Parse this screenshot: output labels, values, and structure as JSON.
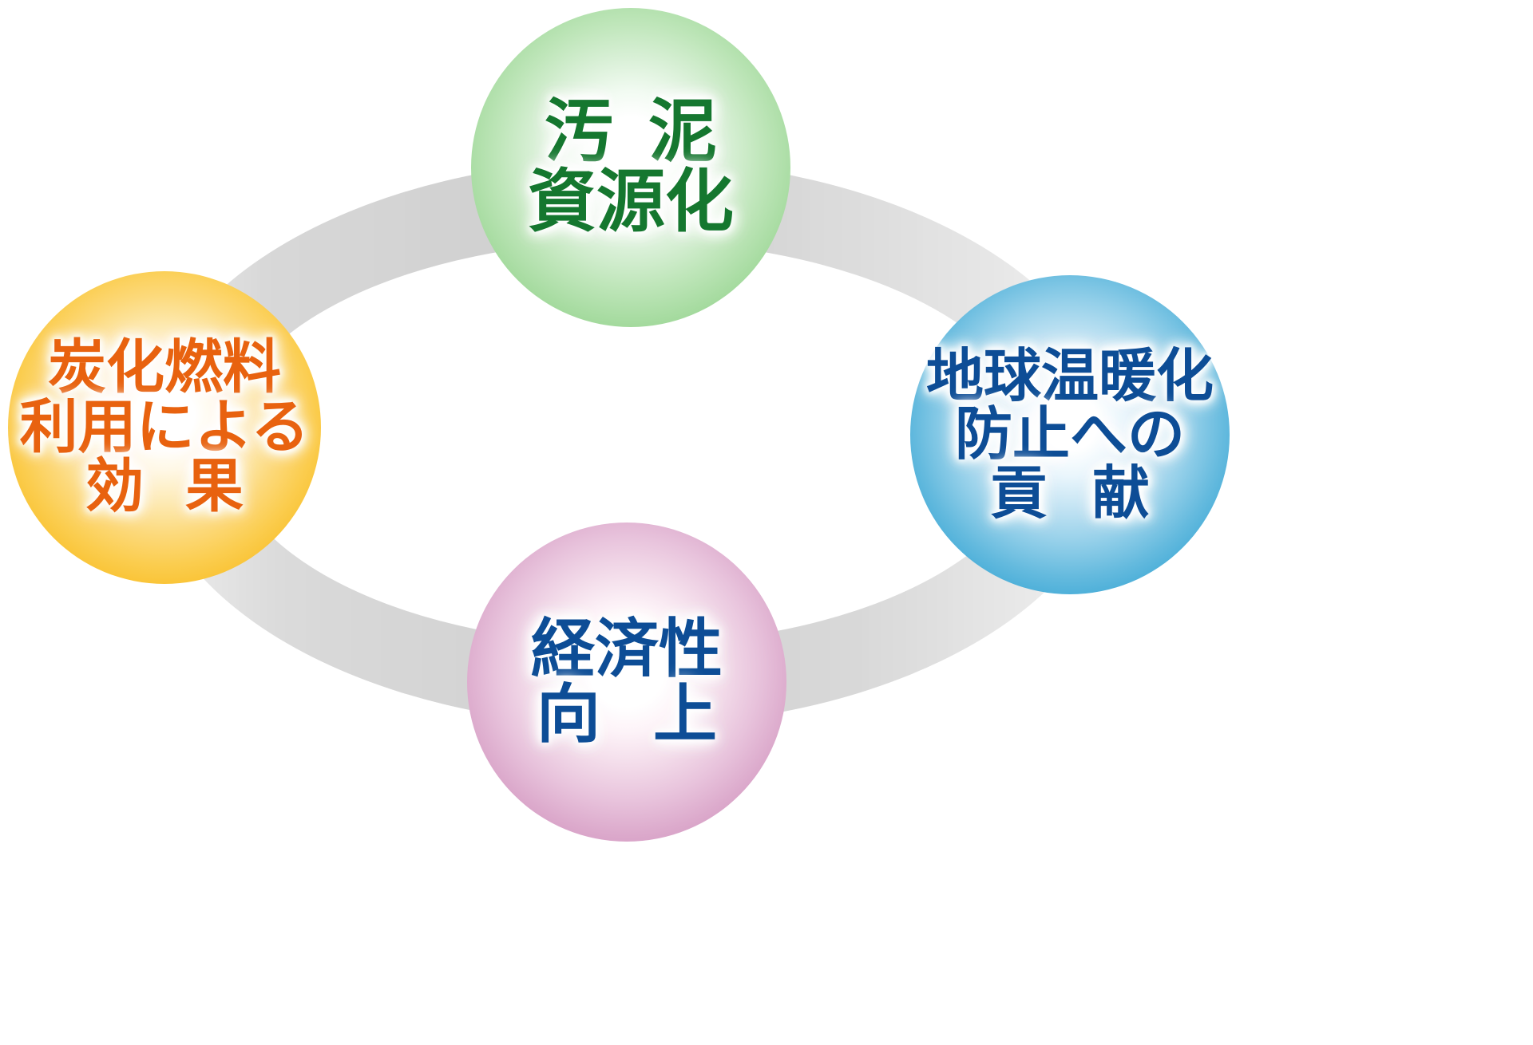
{
  "diagram": {
    "type": "cycle-diagram",
    "title_present": false,
    "ring": {
      "name": "gray-cycle-ring",
      "color": "#d4d4d4",
      "shape": "ellipse-torus"
    },
    "nodes": [
      {
        "id": "sludge-resource",
        "position": "top",
        "shape": "sphere",
        "fill_color": "#8ecf88",
        "text_color": "#15772f",
        "lines": [
          "汚 泥",
          "資源化"
        ],
        "line1": "汚泥",
        "line2": "資源化",
        "plain_text": "汚泥資源化"
      },
      {
        "id": "carbonized-fuel-effect",
        "position": "left",
        "shape": "sphere",
        "fill_color": "#f6ba1c",
        "text_color": "#e8620f",
        "lines": [
          "炭化燃料",
          "利用による",
          "効 果"
        ],
        "line1": "炭化燃料",
        "line2": "利用による",
        "line3": "効果",
        "plain_text": "炭化燃料利用による効果"
      },
      {
        "id": "global-warming-prevention",
        "position": "right",
        "shape": "sphere",
        "fill_color": "#249dd1",
        "text_color": "#0d4d96",
        "lines": [
          "地球温暖化",
          "防止への",
          "貢 献"
        ],
        "line1": "地球温暖化",
        "line2": "防止への",
        "line3": "貢献",
        "plain_text": "地球温暖化防止への貢献"
      },
      {
        "id": "economic-improvement",
        "position": "bottom",
        "shape": "sphere",
        "fill_color": "#c986b6",
        "text_color": "#0d4d96",
        "lines": [
          "経済性",
          "向 上"
        ],
        "line1": "経済性",
        "line2": "向上",
        "plain_text": "経済性向上"
      }
    ]
  }
}
